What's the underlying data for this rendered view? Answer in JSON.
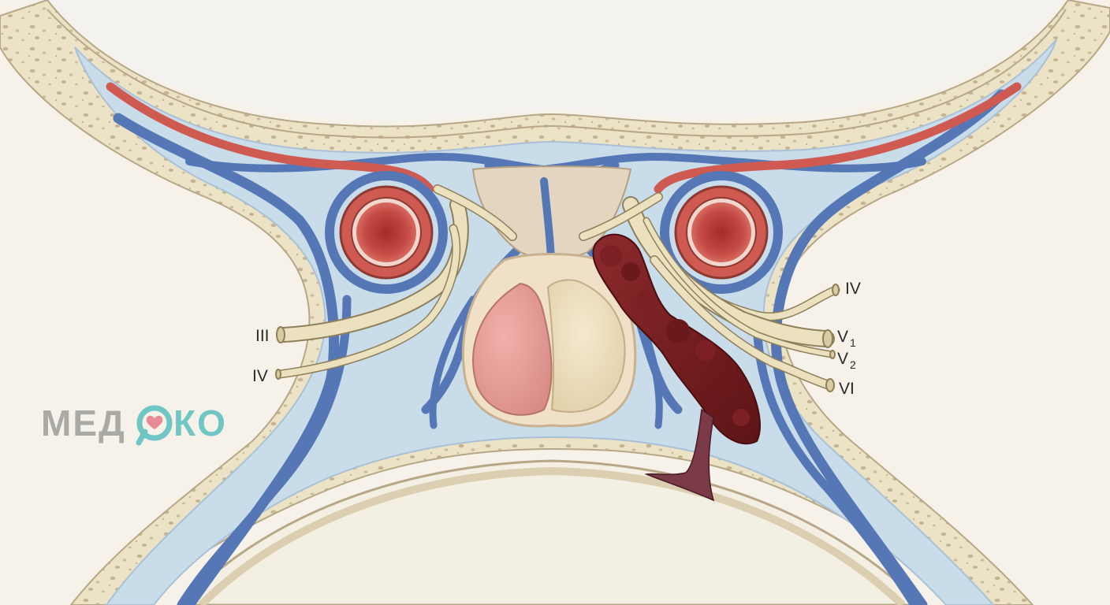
{
  "labels": {
    "left_upper": "III",
    "left_lower": "IV",
    "right_1": "IV",
    "right_2_main": "V",
    "right_2_sub": "1",
    "right_3_main": "V",
    "right_3_sub": "2",
    "right_4": "VI"
  },
  "logo": {
    "part1": "МЕД",
    "part2": "КО"
  },
  "colors": {
    "bone": "#ece2c6",
    "bone_edge": "#b7a787",
    "sinus_fill": "#c9dcea",
    "vein": "#5577b6",
    "artery": "#cf5a52",
    "nerve": "#ece1bf",
    "gland": "#e3c7b0",
    "thrombus": "#7a1e22",
    "logo_grey": "#a9aaa6",
    "logo_teal": "#6fc6c4"
  }
}
